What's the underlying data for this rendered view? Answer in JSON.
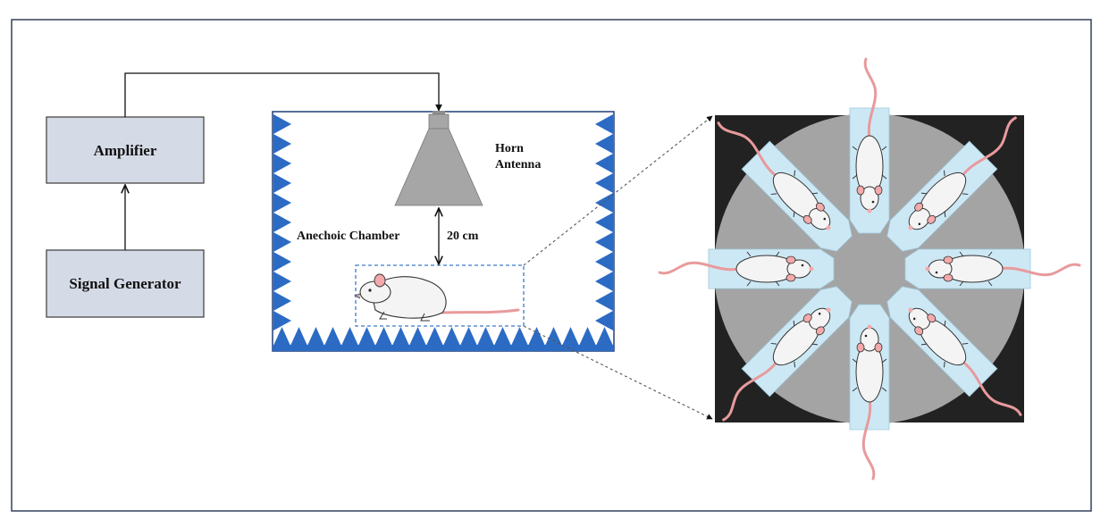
{
  "labels": {
    "amplifier": "Amplifier",
    "signal_generator": "Signal Generator",
    "horn_antenna_line1": "Horn",
    "horn_antenna_line2": "Antenna",
    "anechoic_chamber": "Anechoic Chamber",
    "distance": "20 cm"
  },
  "colors": {
    "frame_border": "#33405a",
    "box_fill": "#d5dbe6",
    "box_border": "#3a3a3a",
    "absorber_blue": "#2c6bc4",
    "chamber_border": "#1f3f7a",
    "antenna_gray": "#a6a6a6",
    "holder_black": "#222222",
    "platform_gray": "#a4a4a4",
    "tube_light_blue": "#cde8f5",
    "rat_body": "#f4f4f4",
    "rat_pink": "#f4a9aa",
    "zoom_box_dashed": "#3a7bc8"
  },
  "icons": {
    "rat": "rat-icon",
    "horn": "horn-antenna-icon"
  },
  "exposure_holder": {
    "tube_count": 8
  }
}
